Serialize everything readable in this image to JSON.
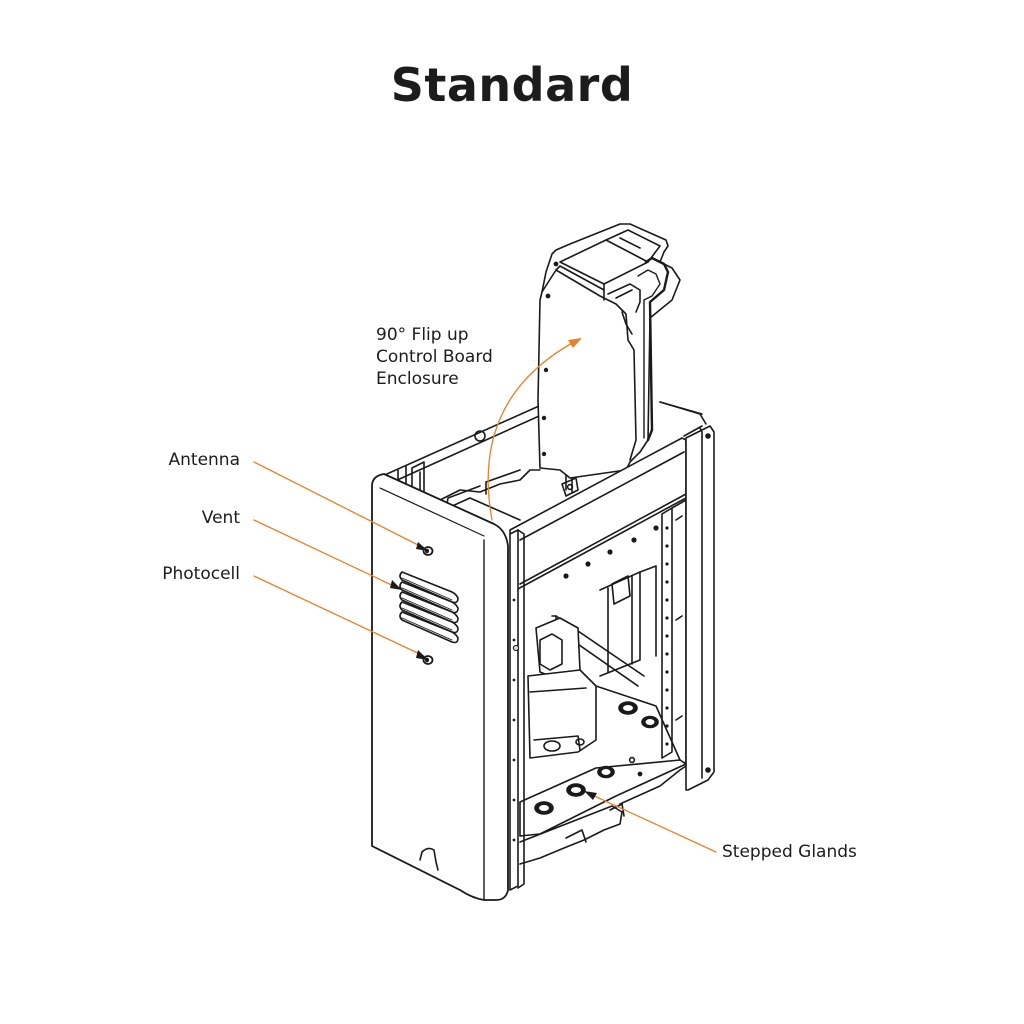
{
  "title": "Standard",
  "callouts": {
    "flip_up": [
      "90° Flip up",
      "Control Board",
      "Enclosure"
    ],
    "antenna": "Antenna",
    "vent": "Vent",
    "photocell": "Photocell",
    "stepped_glands": "Stepped Glands"
  },
  "colors": {
    "leader": "#e8822a",
    "line": "#1a1a1a",
    "fill": "#ffffff",
    "shade": "#d9d9d9"
  }
}
